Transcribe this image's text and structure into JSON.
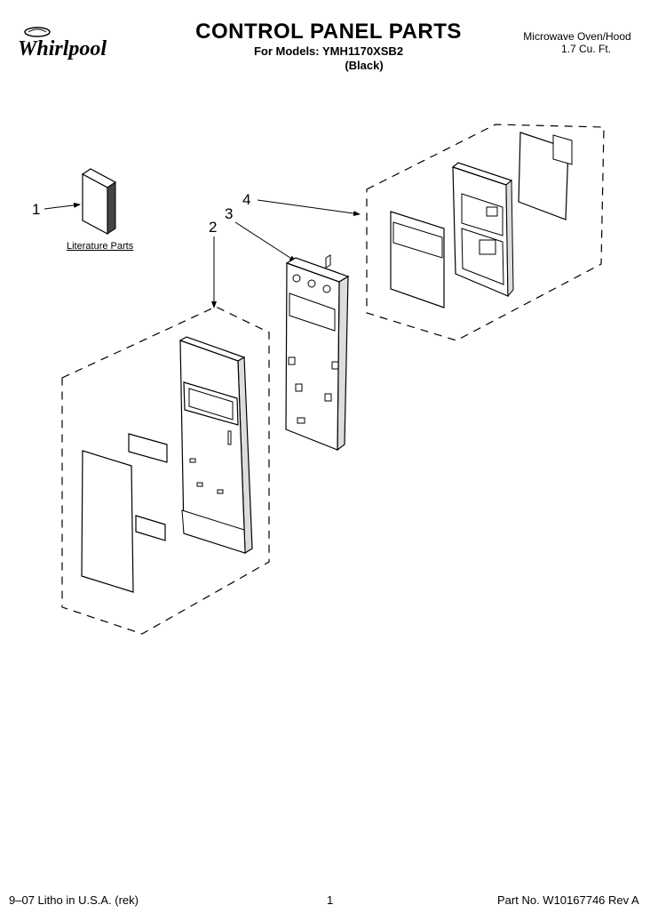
{
  "header": {
    "logo_text": "Whirlpool",
    "title": "CONTROL PANEL PARTS",
    "models_line": "For Models: YMH1170XSB2",
    "color_line": "(Black)",
    "appliance": "Microwave Oven/Hood",
    "capacity": "1.7 Cu. Ft."
  },
  "diagram": {
    "callouts": [
      "1",
      "2",
      "3",
      "4"
    ],
    "literature_label": "Literature Parts"
  },
  "footer": {
    "litho": "9–07 Litho in U.S.A. (rek)",
    "page": "1",
    "part_no": "Part No. W10167746 Rev A"
  }
}
